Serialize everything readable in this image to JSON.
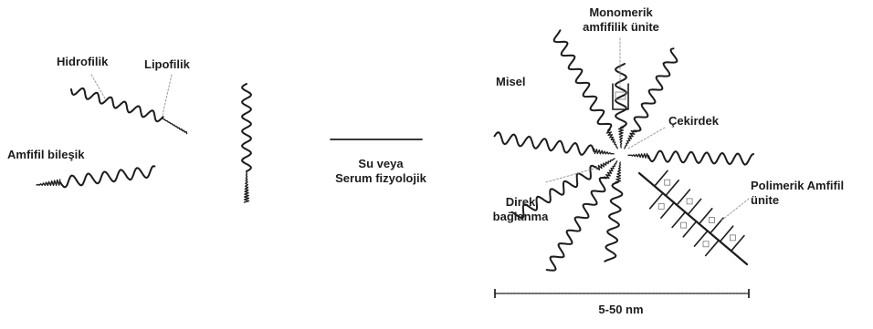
{
  "labels": {
    "hydrophilic": "Hidrofilik",
    "lipophilic": "Lipofilik",
    "amphiphile_compound": "Amfifil bileşik",
    "solvent_line1": "Su veya",
    "solvent_line2": "Serum fizyolojik",
    "monomeric_line1": "Monomerik",
    "monomeric_line2": "amfifilik ünite",
    "micelle": "Misel",
    "core": "Çekirdek",
    "direct_line1": "Direk",
    "direct_line2": "bağlanma",
    "polymeric_line1": "Polimerik Amfifil",
    "polymeric_line2": "ünite",
    "size": "5-50 nm"
  },
  "colors": {
    "ink": "#1c1c1c",
    "pointer": "#9a9a9a"
  }
}
